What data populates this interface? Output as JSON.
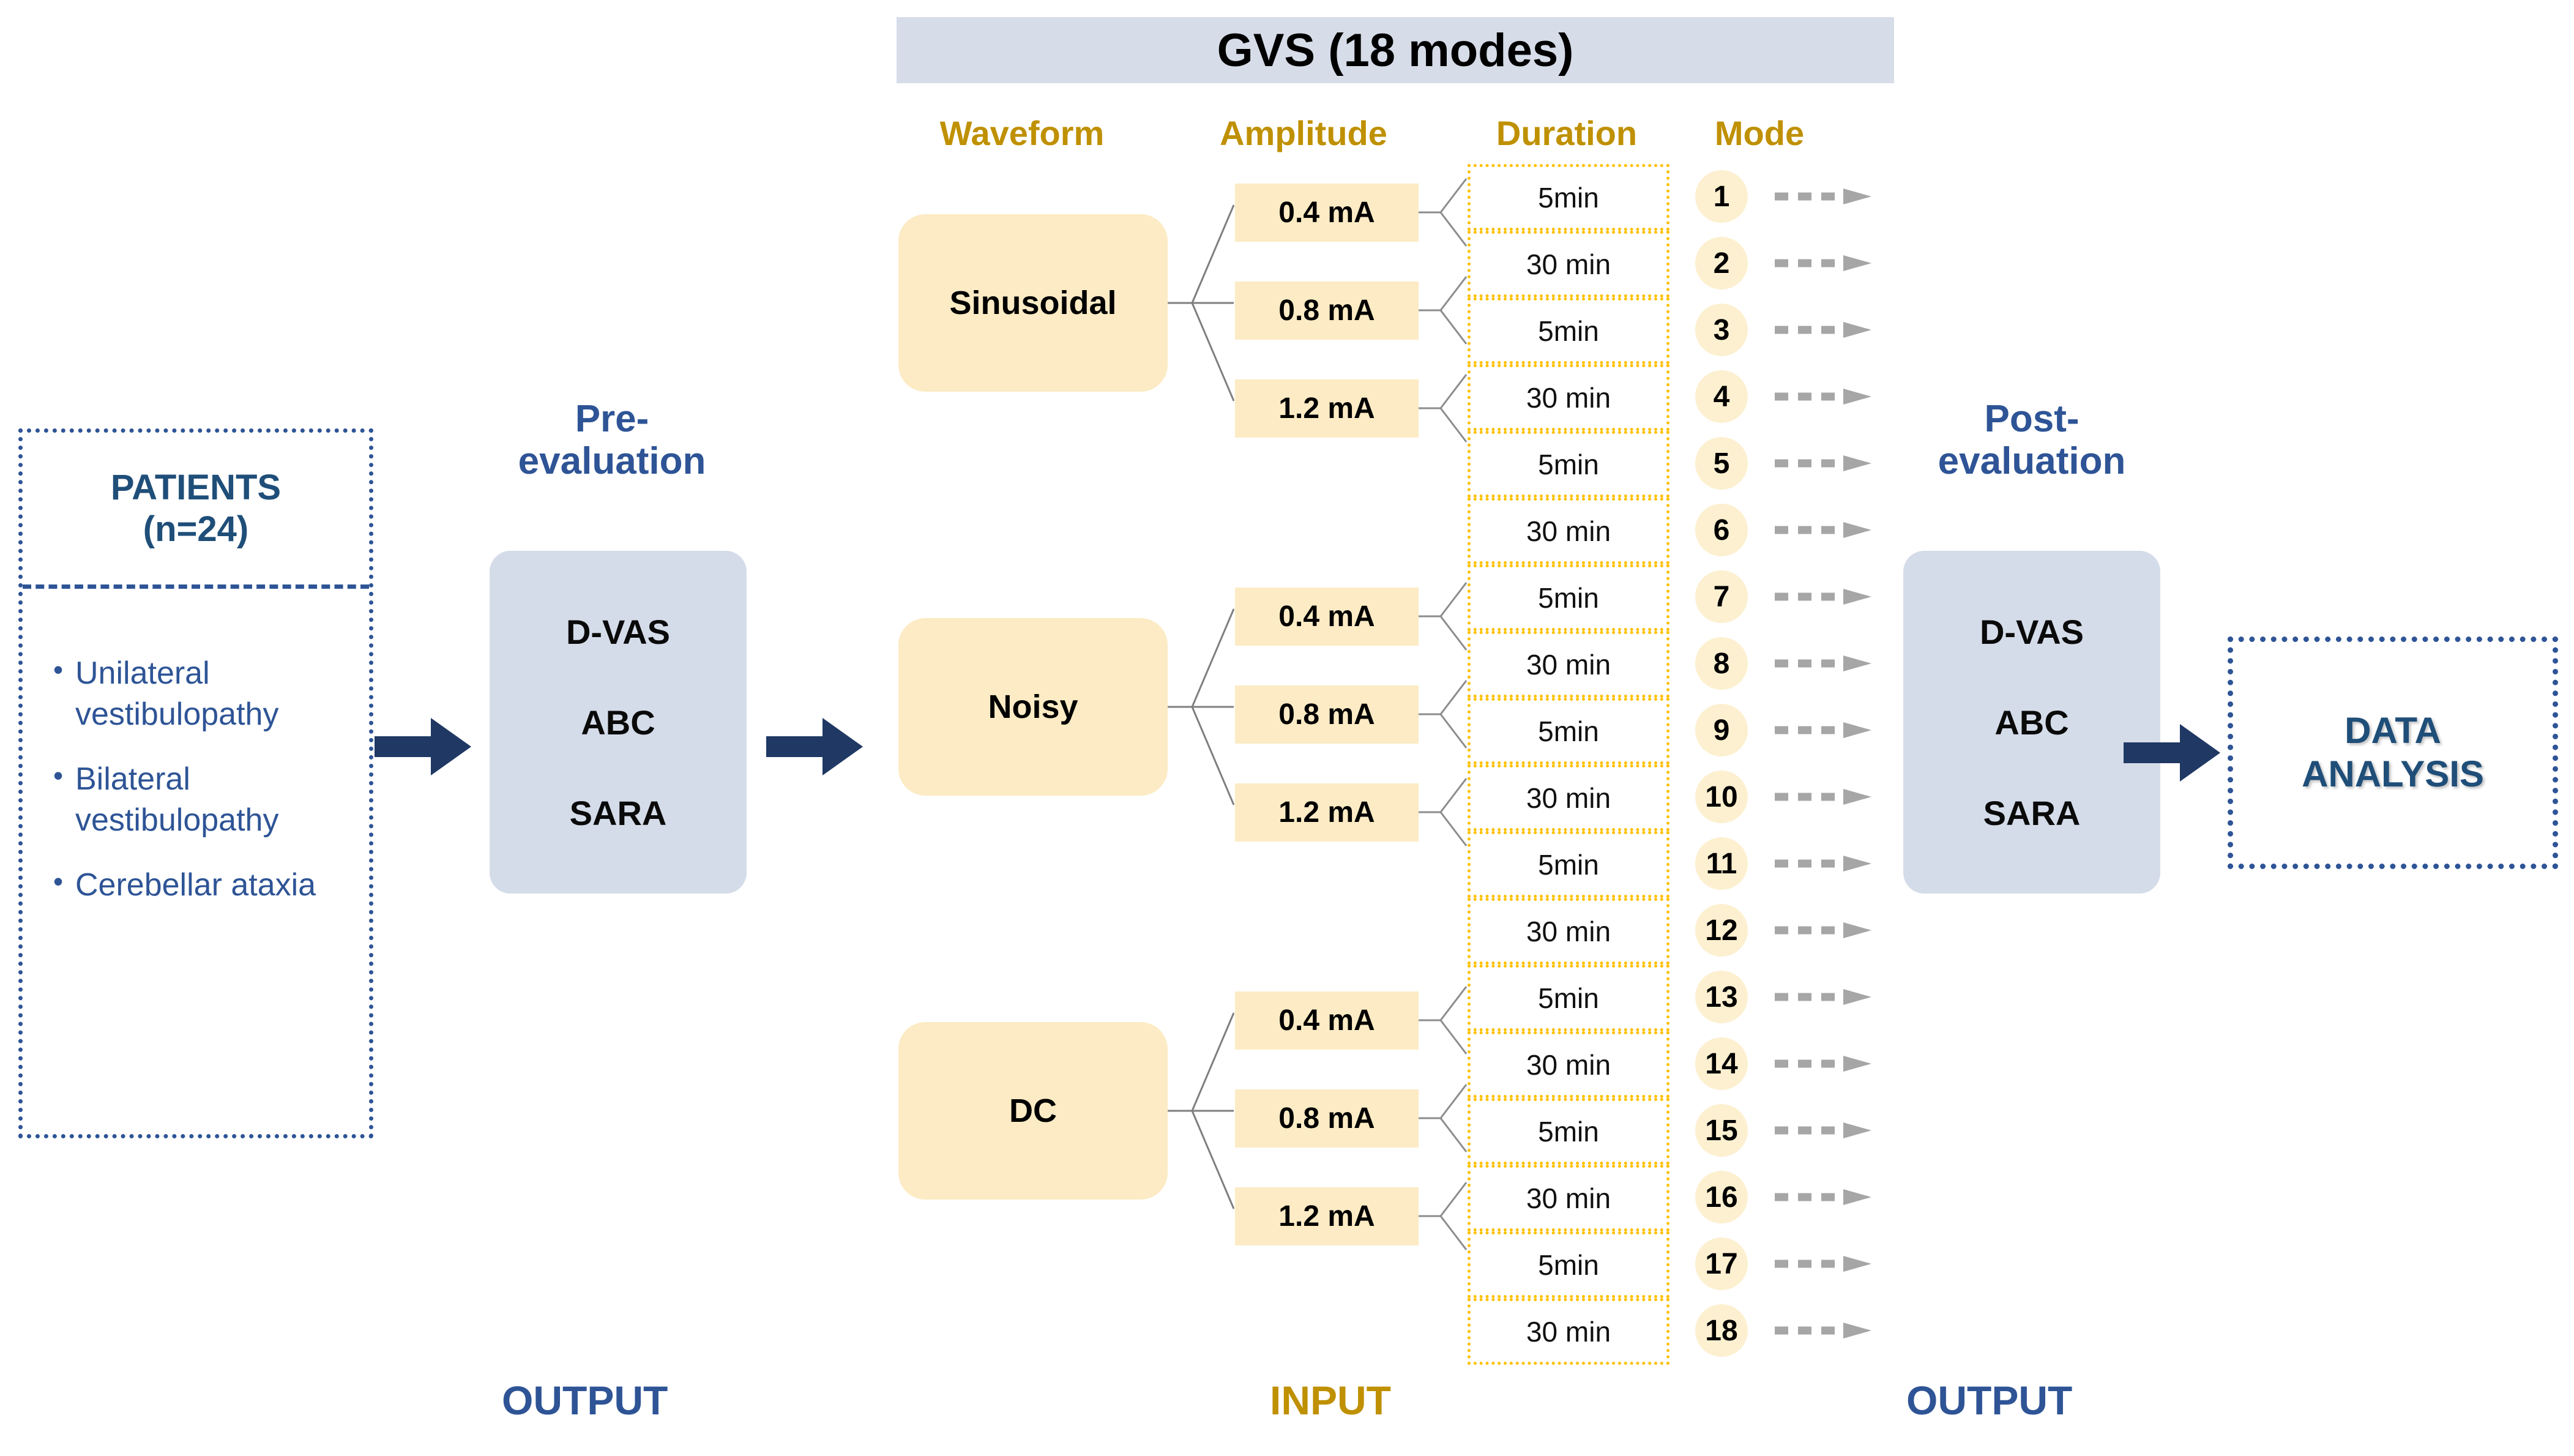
{
  "patients": {
    "title_line1": "PATIENTS",
    "title_line2": "(n=24)",
    "items": [
      "Unilateral vestibulopathy",
      "Bilateral vestibulopathy",
      "Cerebellar ataxia"
    ]
  },
  "pre_evaluation": {
    "title_line1": "Pre-",
    "title_line2": "evaluation",
    "measures": [
      "D-VAS",
      "ABC",
      "SARA"
    ]
  },
  "post_evaluation": {
    "title_line1": "Post-",
    "title_line2": "evaluation",
    "measures": [
      "D-VAS",
      "ABC",
      "SARA"
    ]
  },
  "gvs": {
    "header": "GVS (18 modes)",
    "columns": [
      "Waveform",
      "Amplitude",
      "Duration",
      "Mode"
    ],
    "waveforms": [
      "Sinusoidal",
      "Noisy",
      "DC"
    ],
    "amplitudes": [
      "0.4 mA",
      "0.8 mA",
      "1.2 mA"
    ],
    "durations": [
      "5min",
      "30 min"
    ],
    "modes": [
      1,
      2,
      3,
      4,
      5,
      6,
      7,
      8,
      9,
      10,
      11,
      12,
      13,
      14,
      15,
      16,
      17,
      18
    ]
  },
  "data_analysis": {
    "line1": "DATA",
    "line2": "ANALYSIS"
  },
  "footer": {
    "left": "OUTPUT",
    "center": "INPUT",
    "right": "OUTPUT"
  },
  "colors": {
    "navy": "#2E5496",
    "navy_dark": "#1F3864",
    "gold": "#BF9000",
    "amber": "#FFC000",
    "cream": "#FCEBC4",
    "chip": "#FDF0D0",
    "panel_blue": "#D6DCE8",
    "eval_blue": "#D5DCE9"
  }
}
